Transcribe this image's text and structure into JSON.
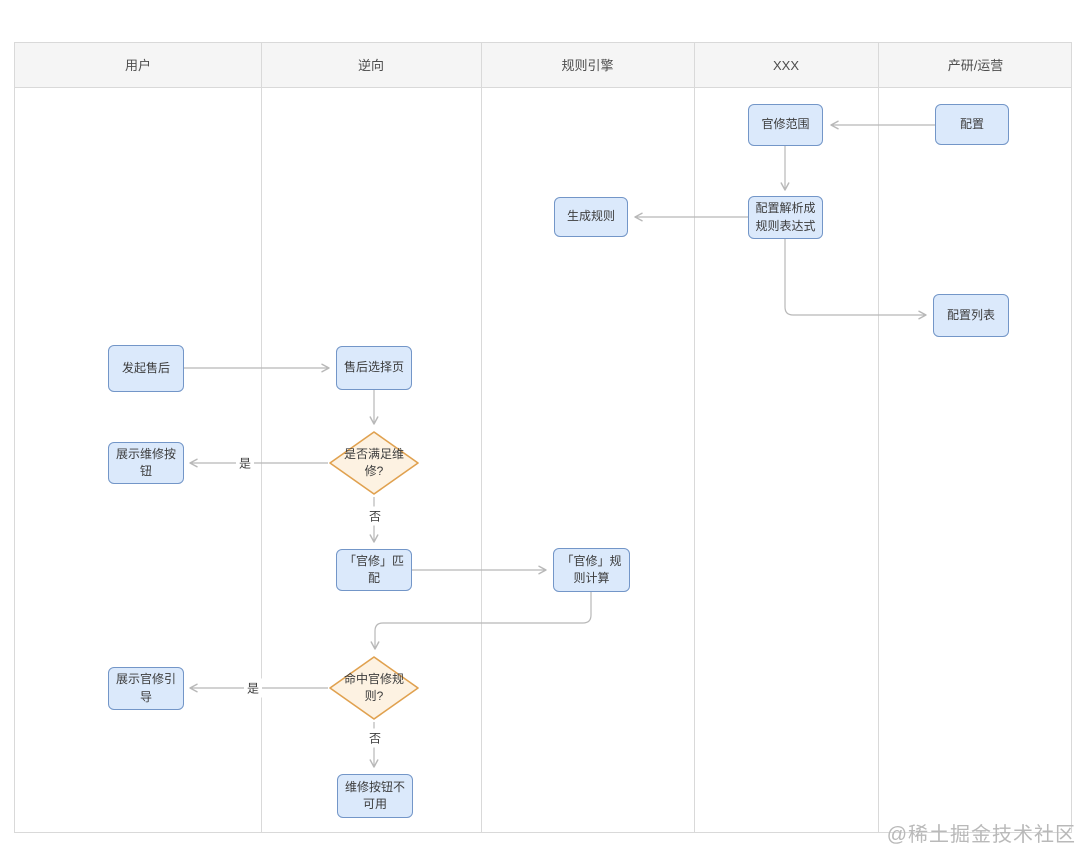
{
  "lanes": [
    {
      "label": "用户"
    },
    {
      "label": "逆向"
    },
    {
      "label": "规则引擎"
    },
    {
      "label": "XXX"
    },
    {
      "label": "产研/运营"
    }
  ],
  "nodes": {
    "guanxiu_scope": {
      "label": "官修范围",
      "lane": "XXX"
    },
    "config": {
      "label": "配置",
      "lane": "产研/运营"
    },
    "generate_rules": {
      "label": "生成规则",
      "lane": "规则引擎"
    },
    "parse_config": {
      "label": "配置解析成规则表达式",
      "lane": "XXX"
    },
    "config_list": {
      "label": "配置列表",
      "lane": "产研/运营"
    },
    "initiate_aftersales": {
      "label": "发起售后",
      "lane": "用户"
    },
    "aftersales_page": {
      "label": "售后选择页",
      "lane": "逆向"
    },
    "show_repair_button": {
      "label": "展示维修按钮",
      "lane": "用户"
    },
    "meet_repair_decision": {
      "label": "是否满足维修?",
      "lane": "逆向",
      "shape": "diamond"
    },
    "guanxiu_match": {
      "label": "「官修」匹配",
      "lane": "逆向"
    },
    "guanxiu_rule_calc": {
      "label": "「官修」规则计算",
      "lane": "规则引擎"
    },
    "show_guanxiu_guide": {
      "label": "展示官修引导",
      "lane": "用户"
    },
    "hit_guanxiu_decision": {
      "label": "命中官修规则?",
      "lane": "逆向",
      "shape": "diamond"
    },
    "repair_button_disabled": {
      "label": "维修按钮不可用",
      "lane": "逆向"
    }
  },
  "edge_labels": {
    "meet_repair_yes": "是",
    "meet_repair_no": "否",
    "hit_rule_yes": "是",
    "hit_rule_no": "否"
  },
  "watermark": {
    "text": "@稀土掘金技术社区"
  },
  "colors": {
    "process_fill": "#dbe9fb",
    "process_border": "#7396c8",
    "decision_fill": "#fdf2e2",
    "decision_border": "#e0a14f",
    "connector": "#b8b8b8",
    "lane_header_bg": "#f5f5f5",
    "lane_border": "#d9d9d9",
    "watermark": "#b9b9b9"
  }
}
